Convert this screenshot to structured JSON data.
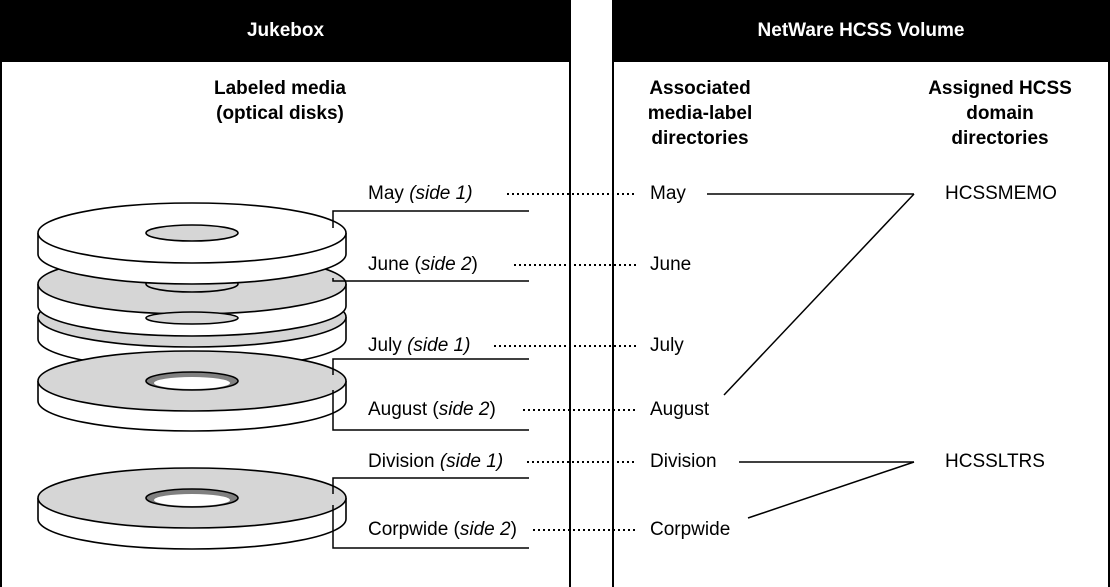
{
  "jukebox": {
    "header": "Jukebox",
    "column_title_line1": "Labeled media",
    "column_title_line2": "(optical disks)",
    "media_labels": [
      {
        "name": "May",
        "side": "side 1",
        "side_italic_parens": true
      },
      {
        "name": "June",
        "side": "side 2",
        "side_italic_parens": false
      },
      {
        "name": "July",
        "side": "side 1",
        "side_italic_parens": true
      },
      {
        "name": "August",
        "side": "side 2",
        "side_italic_parens": false
      },
      {
        "name": "Division",
        "side": "side 1",
        "side_italic_parens": true
      },
      {
        "name": "Corpwide",
        "side": "side 2",
        "side_italic_parens": false
      }
    ]
  },
  "volume": {
    "header": "NetWare HCSS Volume",
    "col1_line1": "Associated",
    "col1_line2": "media-label",
    "col1_line3": "directories",
    "col2_line1": "Assigned HCSS",
    "col2_line2": "domain",
    "col2_line3": "directories",
    "media_dirs": [
      "May",
      "June",
      "July",
      "August",
      "Division",
      "Corpwide"
    ],
    "domain_dirs": [
      "HCSSMEMO",
      "HCSSLTRS"
    ]
  },
  "colors": {
    "disk_gray": "#d6d6d6",
    "hole_dark": "#808080",
    "ink": "#000000",
    "paper": "#ffffff"
  }
}
